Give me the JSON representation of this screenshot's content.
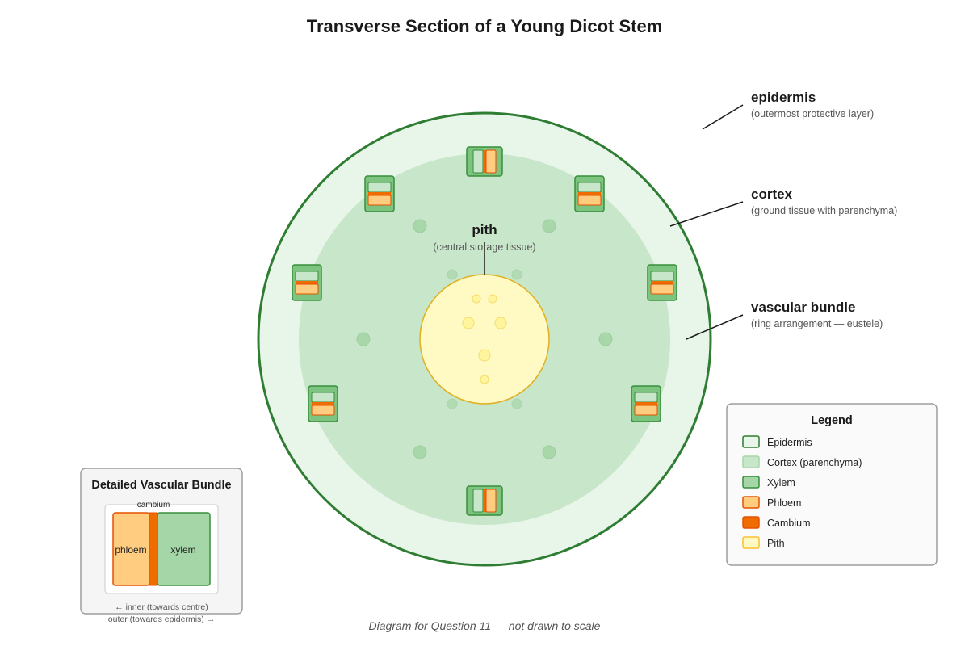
{
  "title": "Transverse Section of a Young Dicot Stem",
  "labels": {
    "epidermis": {
      "name": "epidermis",
      "note": "(outermost protective layer)"
    },
    "cortex": {
      "name": "cortex",
      "note": "(ground tissue with parenchyma)"
    },
    "vascular_bundle": {
      "name": "vascular bundle",
      "note": "(ring arrangement — eustele)"
    },
    "pith": {
      "name": "pith",
      "note": "(central storage tissue)"
    }
  },
  "legend": {
    "title": "Legend",
    "items": [
      {
        "label": "Epidermis",
        "fill": "#e8f5e9",
        "stroke": "#2e7d32"
      },
      {
        "label": "Cortex (parenchyma)",
        "fill": "#c8e6c9",
        "stroke": "#a5d6a7"
      },
      {
        "label": "Xylem",
        "fill": "#a5d6a7",
        "stroke": "#388e3c"
      },
      {
        "label": "Phloem",
        "fill": "#ffcc80",
        "stroke": "#e65100"
      },
      {
        "label": "Cambium",
        "fill": "#ef6c00",
        "stroke": "#e65100"
      },
      {
        "label": "Pith",
        "fill": "#fff9c4",
        "stroke": "#fbc02d"
      }
    ]
  },
  "detail": {
    "title": "Detailed Vascular Bundle",
    "cambium": "cambium",
    "phloem": "phloem",
    "xylem": "xylem",
    "inner": "← inner (towards centre)",
    "outer": "outer (towards epidermis) →"
  },
  "caption": "Diagram for Question 11 — not drawn to scale",
  "colors": {
    "epidermis_fill": "#e8f5e9",
    "epidermis_stroke": "#2e7d32",
    "cortex_fill": "#c8e6c9",
    "pith_fill": "#fff9c4",
    "pith_stroke": "#e0b020",
    "xylem_fill": "#a5d6a7",
    "xylem_stroke": "#388e3c",
    "phloem_fill": "#ffcc80",
    "phloem_stroke": "#e65100",
    "cambium_fill": "#ef6c00"
  }
}
